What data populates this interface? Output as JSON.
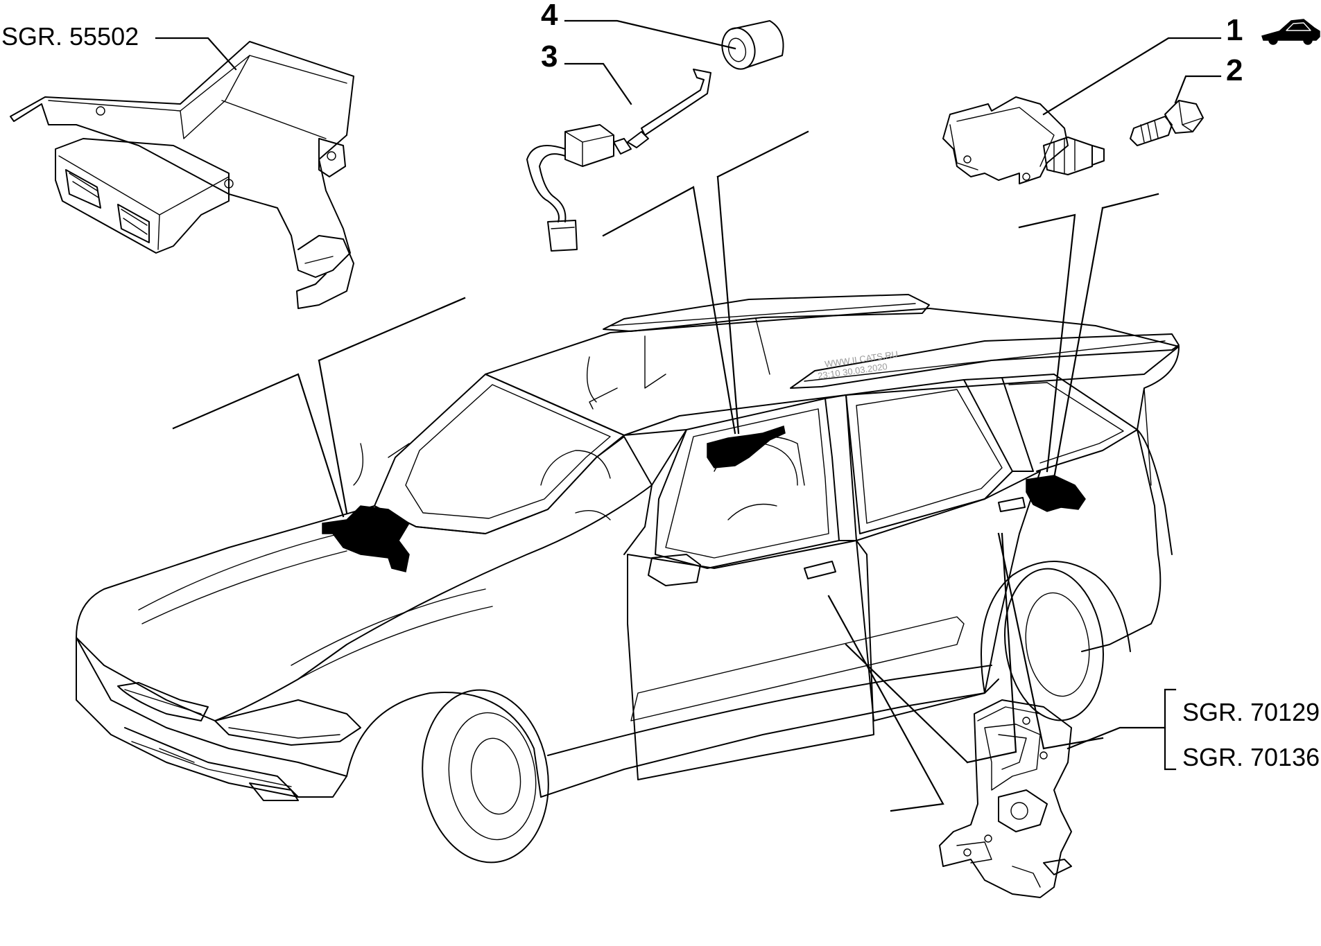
{
  "diagram": {
    "references": {
      "ecu": "SGR. 55502",
      "lock_a": "SGR. 70129",
      "lock_b": "SGR. 70136"
    },
    "callouts": {
      "one": "1",
      "two": "2",
      "three": "3",
      "four": "4"
    },
    "watermark": {
      "line1": "WWW.ILCATS.RU",
      "line2": "23:10 30.03.2020"
    }
  }
}
